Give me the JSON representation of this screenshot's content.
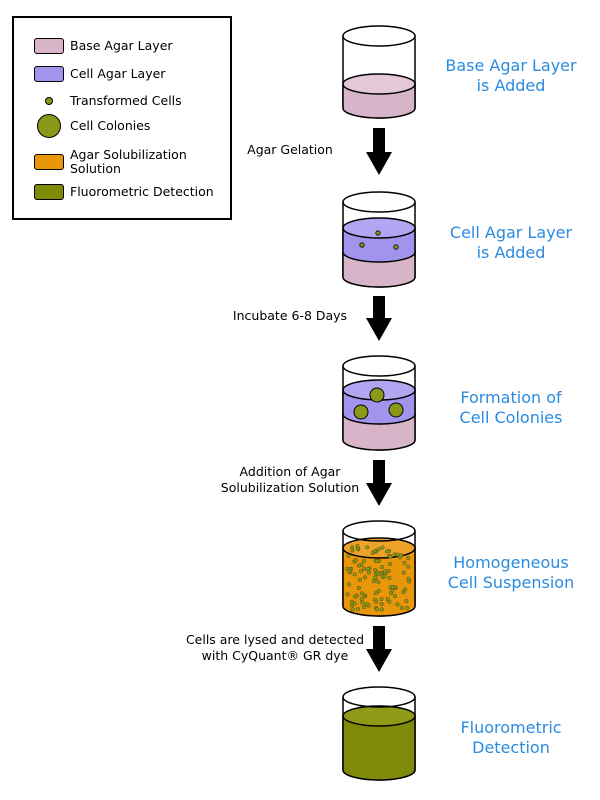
{
  "legend": {
    "items": [
      {
        "label": "Base Agar Layer",
        "color": "#d8b4c8",
        "kind": "swatch"
      },
      {
        "label": "Cell Agar Layer",
        "color": "#a094ec",
        "kind": "swatch"
      },
      {
        "label": "Transformed Cells",
        "color": "#8a9a18",
        "kind": "small-dot"
      },
      {
        "label": "Cell Colonies",
        "color": "#8a9a18",
        "kind": "big-dot"
      },
      {
        "label": "Agar Solubilization\nSolution",
        "color": "#e8960a",
        "kind": "swatch"
      },
      {
        "label": "Fluorometric Detection",
        "color": "#7f8a08",
        "kind": "swatch"
      }
    ]
  },
  "steps": [
    {
      "label": "Base Agar Layer\nis Added"
    },
    {
      "label": "Cell Agar Layer\nis Added"
    },
    {
      "label": "Formation of\nCell Colonies"
    },
    {
      "label": "Homogeneous\nCell Suspension"
    },
    {
      "label": "Fluorometric\nDetection"
    }
  ],
  "arrows": [
    {
      "label": "Agar Gelation"
    },
    {
      "label": "Incubate 6-8 Days"
    },
    {
      "label": "Addition of Agar\nSolubilization Solution"
    },
    {
      "label": "Cells are lysed and detected\nwith CyQuant® GR dye"
    }
  ],
  "colors": {
    "base_agar": "#d8b4c8",
    "cell_agar": "#a094ec",
    "cells": "#8a9a18",
    "solubilization": "#e8960a",
    "fluorometric": "#7f8a08",
    "step_text": "#2a8be0"
  }
}
